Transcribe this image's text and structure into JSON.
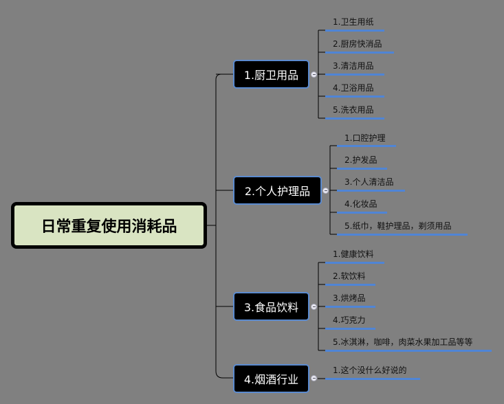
{
  "root": {
    "label": "日常重复使用消耗品"
  },
  "branches": [
    {
      "label": "1.厨卫用品",
      "children": [
        "1.卫生用纸",
        "2.厨房快消品",
        "3.清洁用品",
        "4.卫浴用品",
        "5.洗衣用品"
      ]
    },
    {
      "label": "2.个人护理品",
      "children": [
        "1.口腔护理",
        "2.护发品",
        "3.个人清洁品",
        "4.化妆品",
        "5.纸巾，鞋护理品，剃须用品"
      ]
    },
    {
      "label": "3.食品饮料",
      "children": [
        "1.健康饮料",
        "2.软饮料",
        "3.烘烤品",
        "4.巧克力",
        "5.冰淇淋，咖啡，肉菜水果加工品等等"
      ]
    },
    {
      "label": "4.烟酒行业",
      "children": [
        "1.这个没什么好说的"
      ]
    }
  ],
  "colors": {
    "background": "#808080",
    "root_fill": "#d9e4c2",
    "branch_fill": "#000000",
    "branch_border": "#5b8bd0",
    "underline": "#4f85d6"
  }
}
